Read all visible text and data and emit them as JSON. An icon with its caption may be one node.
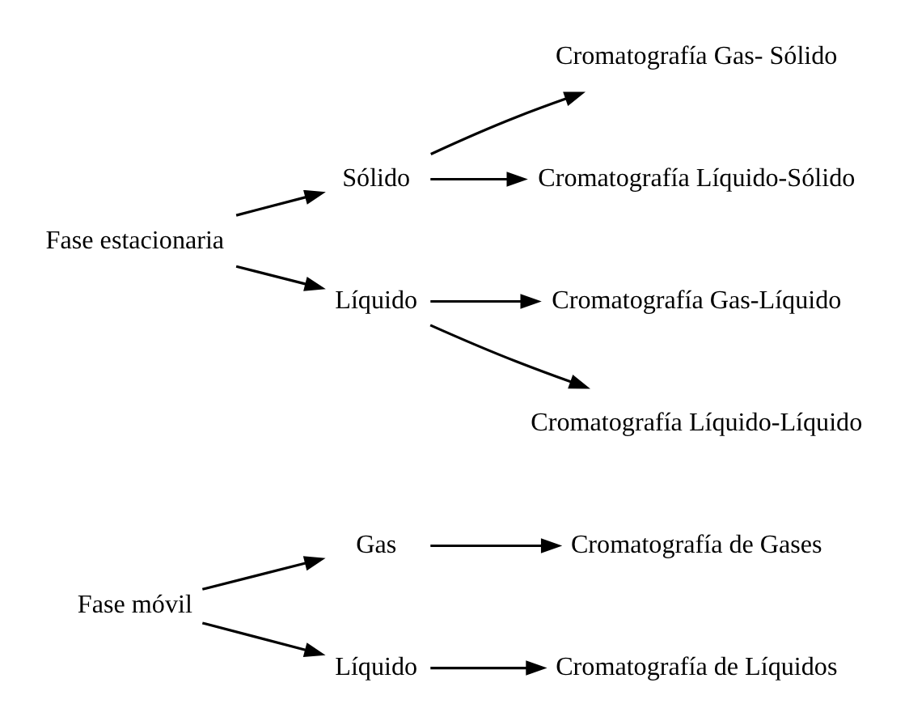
{
  "diagram": {
    "nodes": [
      {
        "text": [
          "Fase móvil"
        ]
      },
      {
        "text": [
          "Gas"
        ]
      },
      {
        "text": [
          "Líquido"
        ]
      },
      {
        "text": [
          "Cromatografía de Gases"
        ]
      },
      {
        "text": [
          "Cromatografía de Líquidos"
        ]
      },
      {
        "text": [
          "Fase estacionaria"
        ]
      },
      {
        "text": [
          "Sólido"
        ]
      },
      {
        "text": [
          "Líquido"
        ]
      },
      {
        "text": [
          "Cromatografía Gas- Sólido"
        ]
      },
      {
        "text": [
          "Cromatografía Líquido-Sólido"
        ]
      },
      {
        "text": [
          "Cromatografía Gas-Líquido"
        ]
      },
      {
        "text": [
          "Cromatografía Líquido-Líquido"
        ]
      }
    ],
    "edges": [
      {
        "from": 0,
        "to": 1,
        "arrow": "to"
      },
      {
        "from": 0,
        "to": 2,
        "arrow": "to"
      },
      {
        "from": 1,
        "to": 3,
        "arrow": "to"
      },
      {
        "from": 2,
        "to": 4,
        "arrow": "to"
      },
      {
        "from": 5,
        "to": 6,
        "arrow": "to"
      },
      {
        "from": 5,
        "to": 7,
        "arrow": "to"
      },
      {
        "from": 6,
        "to": 8,
        "arrow": "to"
      },
      {
        "from": 6,
        "to": 9,
        "arrow": "to"
      },
      {
        "from": 7,
        "to": 10,
        "arrow": "to"
      },
      {
        "from": 7,
        "to": 11,
        "arrow": "to"
      }
    ]
  }
}
